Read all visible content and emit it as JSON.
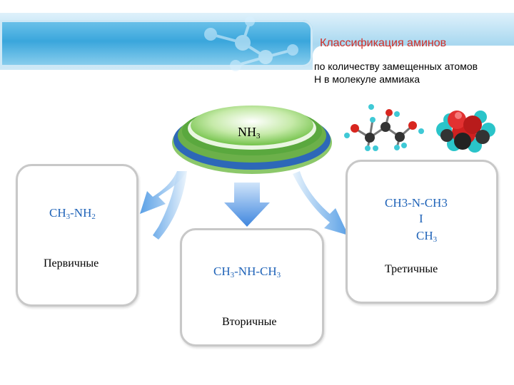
{
  "header": {
    "title": "Классификация аминов",
    "subtitle_line1": "по количеству замещенных атомов",
    "subtitle_line2": "Н в молекуле аммиака"
  },
  "center": {
    "nh3_base": "NH",
    "nh3_sub": "3"
  },
  "primary": {
    "f1": "CH",
    "s1": "3",
    "f2": "-NH",
    "s2": "2",
    "label": "Первичные"
  },
  "secondary": {
    "f1": "CH",
    "s1": "3",
    "f2": "-NH-CH",
    "s2": "3",
    "label": "Вторичные"
  },
  "tertiary": {
    "line1": "CH3-N-CH3",
    "line2": "I",
    "line3_base": "CH",
    "line3_sub": "3",
    "label": "Третичные"
  },
  "colors": {
    "accent_blue": "#1f63b8",
    "title_red": "#d0302a",
    "platform_green": "#8fd06b",
    "arrow_blue": "#5aa0e6"
  }
}
